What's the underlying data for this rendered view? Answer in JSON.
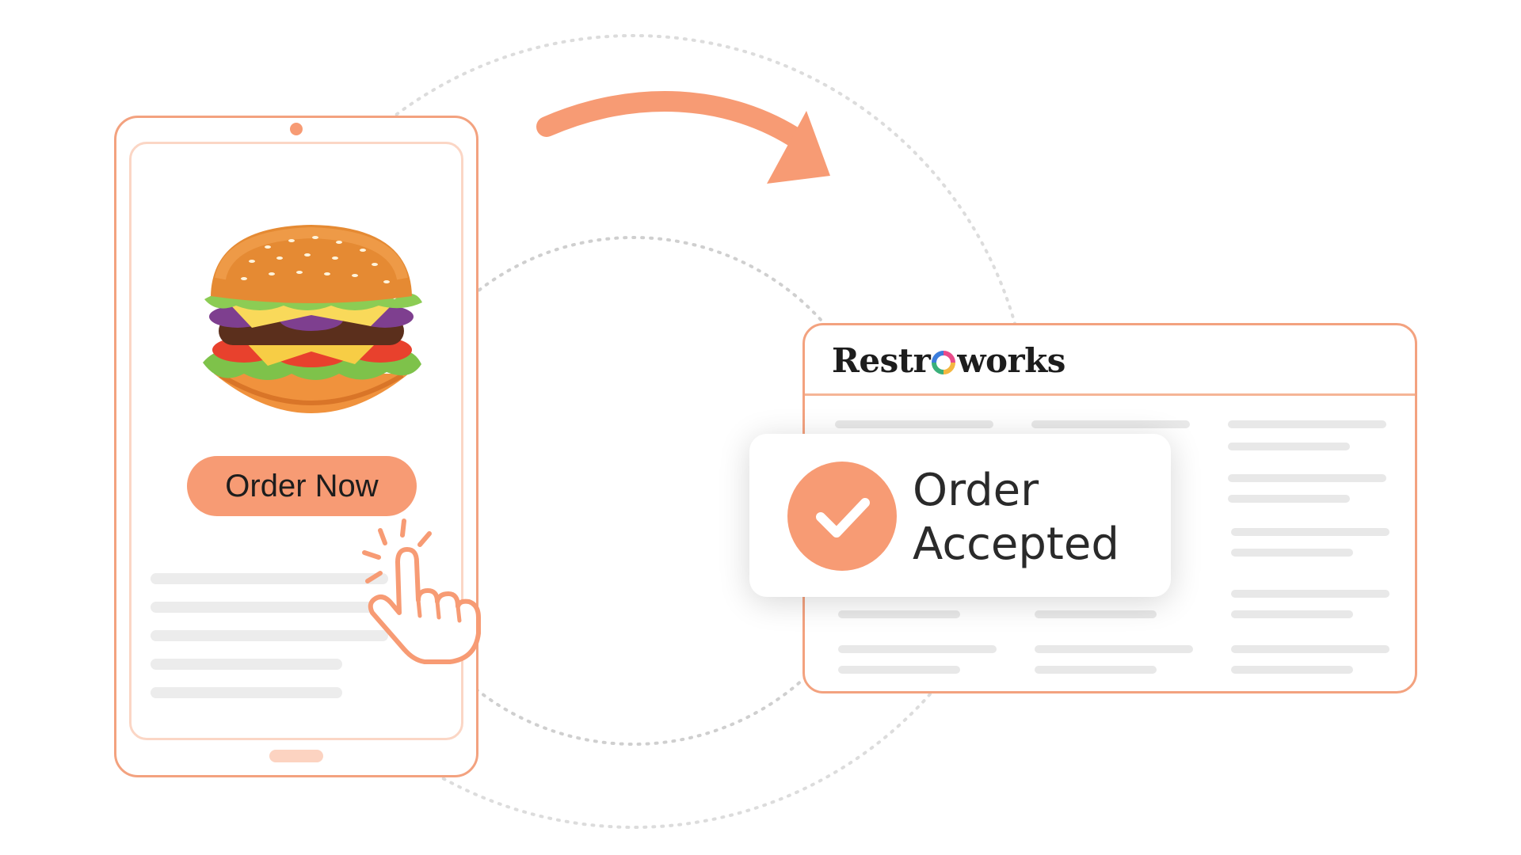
{
  "tablet": {
    "order_button_label": "Order Now"
  },
  "panel": {
    "brand_name_left": "Restr",
    "brand_name_right": "works"
  },
  "notification": {
    "title_line1": "Order",
    "title_line2": "Accepted"
  },
  "colors": {
    "accent": "#f79b74",
    "border": "#f3a27f",
    "placeholder": "#e8e8e8"
  }
}
